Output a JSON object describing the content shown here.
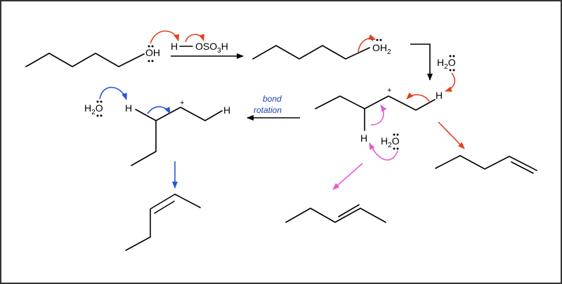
{
  "colors": {
    "red": "#e2401f",
    "blue": "#2457d6",
    "magenta": "#e15ad8",
    "black": "#000000"
  },
  "labels": {
    "oh": "OH",
    "h_acid": "H",
    "oso3h_pre": "OSO",
    "oso3h_sub": "3",
    "oso3h_post": "H",
    "oh2_pre": "OH",
    "oh2_sub": "2",
    "h2o_pre": "H",
    "h2o_sub": "2",
    "h2o_post": "O",
    "plus": "+",
    "h": "H"
  },
  "annotations": {
    "bond_rotation_line1": "bond",
    "bond_rotation_line2": "rotation"
  }
}
